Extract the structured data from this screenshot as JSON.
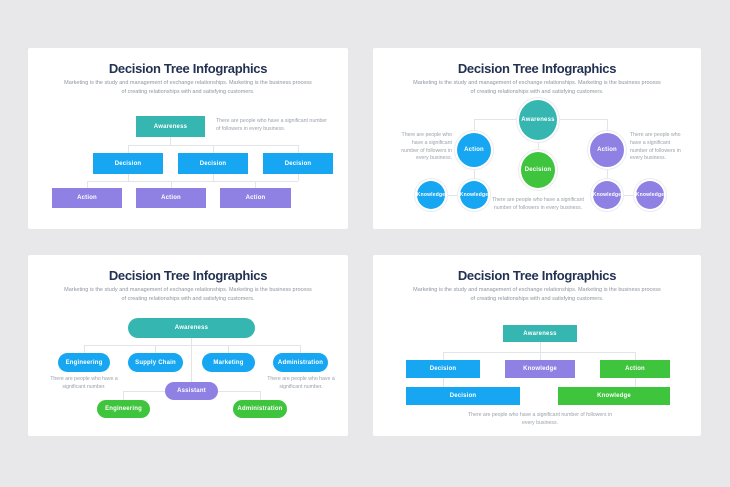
{
  "colors": {
    "background": "#e8e8ea",
    "card": "#ffffff",
    "title": "#233253",
    "subtitle": "#8e949e",
    "note": "#9aa1ab",
    "teal": "#35b6b1",
    "blue": "#17a7f2",
    "purple": "#8f80e4",
    "green": "#3fc43d",
    "connector": "#e2e4e7"
  },
  "slides": [
    {
      "title": "Decision Tree Infographics",
      "subtitle": "Marketing is the study and management of exchange relationships. Marketing is the business process of creating relationships with and satisfying customers.",
      "root": "Awareness",
      "note_right": "There are people who have a significant number of followers in every business.",
      "level2": [
        "Decision",
        "Decision",
        "Decision"
      ],
      "level3": [
        "Action",
        "Action",
        "Action"
      ]
    },
    {
      "title": "Decision Tree Infographics",
      "subtitle": "Marketing is the study and management of exchange relationships. Marketing is the business process of creating relationships with and satisfying customers.",
      "root": "Awareness",
      "center": "Decision",
      "left_branch": {
        "action": "Action",
        "knowledge": [
          "Knowledge",
          "Knowledge"
        ],
        "note": "There are people who have a significant number of followers in every business."
      },
      "right_branch": {
        "action": "Action",
        "knowledge": [
          "Knowledge",
          "Knowledge"
        ],
        "note": "There are people who have a significant number of followers in every business."
      },
      "note_bottom": "There are people who have a significant number of followers in every business."
    },
    {
      "title": "Decision Tree Infographics",
      "subtitle": "Marketing is the study and management of exchange relationships. Marketing is the business process of creating relationships with and satisfying customers.",
      "root": "Awareness",
      "level2": [
        "Engineering",
        "Supply Chain",
        "Marketing",
        "Administration"
      ],
      "note_left": "There are people who have a significant number.",
      "note_right": "There are people who have a significant number.",
      "assistant": "Assistant",
      "level3": [
        "Engineering",
        "Administration"
      ]
    },
    {
      "title": "Decision Tree Infographics",
      "subtitle": "Marketing is the study and management of exchange relationships. Marketing is the business process of creating relationships with and satisfying customers.",
      "root": "Awareness",
      "level2": [
        "Decision",
        "Knowledge",
        "Action"
      ],
      "level3": [
        "Decision",
        "Knowledge"
      ],
      "note_bottom": "There are people who have a significant number of followers in every business."
    }
  ]
}
